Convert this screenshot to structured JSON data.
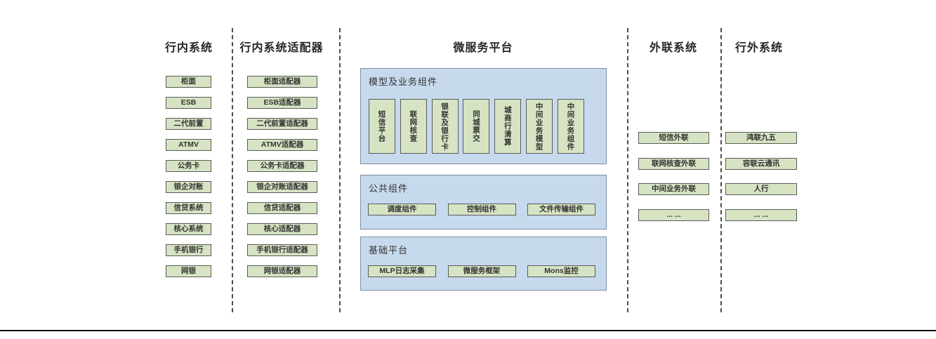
{
  "palette": {
    "box_fill": "#d6e4c3",
    "box_border": "#5a5a5a",
    "panel_fill": "#c7d9ed",
    "panel_border": "#7d8fa0",
    "separator": "#4d4d4d",
    "bottom_rule": "#000000",
    "text": "#333333"
  },
  "columns": {
    "internal_systems": {
      "title": "行内系统",
      "boxes": [
        "柜面",
        "ESB",
        "二代前置",
        "ATMV",
        "公务卡",
        "银企对账",
        "信贷系统",
        "核心系统",
        "手机银行",
        "网银"
      ]
    },
    "internal_adapters": {
      "title": "行内系统适配器",
      "boxes": [
        "柜面适配器",
        "ESB适配器",
        "二代前置适配器",
        "ATMV适配器",
        "公务卡适配器",
        "银企对账适配器",
        "信贷适配器",
        "核心适配器",
        "手机银行适配器",
        "网银适配器"
      ]
    },
    "microservice_platform": {
      "title": "微服务平台",
      "panels": [
        {
          "title": "模型及业务组件",
          "boxes": [
            "短信平台",
            "联网核查",
            "银联及银行卡",
            "同城票交",
            "城商行清算",
            "中间业务模型",
            "中间业务组件"
          ]
        },
        {
          "title": "公共组件",
          "boxes": [
            "调度组件",
            "控制组件",
            "文件传输组件"
          ]
        },
        {
          "title": "基础平台",
          "boxes": [
            "MLP日志采集",
            "微服务框架",
            "Mons监控"
          ]
        }
      ]
    },
    "external_link_systems": {
      "title": "外联系统",
      "boxes": [
        "短信外联",
        "联网核查外联",
        "中间业务外联",
        "... ..."
      ]
    },
    "outside_systems": {
      "title": "行外系统",
      "boxes": [
        "鸿联九五",
        "容联云通讯",
        "人行",
        "... ..."
      ]
    }
  }
}
